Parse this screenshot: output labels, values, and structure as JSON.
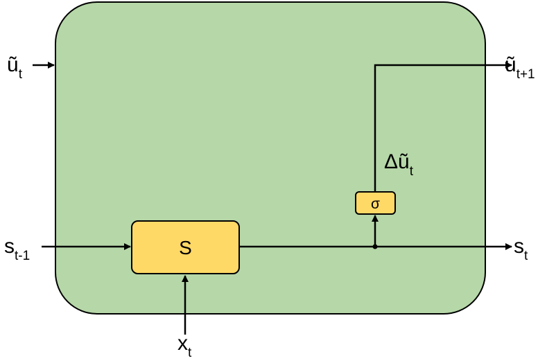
{
  "inputs": {
    "u_tilde": {
      "base": "ũ",
      "sub": "t"
    },
    "s_prev": {
      "base": "s",
      "sub": "t-1"
    },
    "x": {
      "base": "x",
      "sub": "t"
    }
  },
  "outputs": {
    "u_tilde_next": {
      "base": "ũ",
      "sub": "t+1"
    },
    "s": {
      "base": "s",
      "sub": "t"
    }
  },
  "intermediate": {
    "delta_u": {
      "base": "Δũ",
      "sub": "t"
    }
  },
  "blocks": {
    "state": {
      "label": "S"
    },
    "sigma": {
      "label": "σ"
    }
  },
  "colors": {
    "cell_fill": "#b6d7a8",
    "block_fill": "#ffd966",
    "stroke": "#000000"
  }
}
